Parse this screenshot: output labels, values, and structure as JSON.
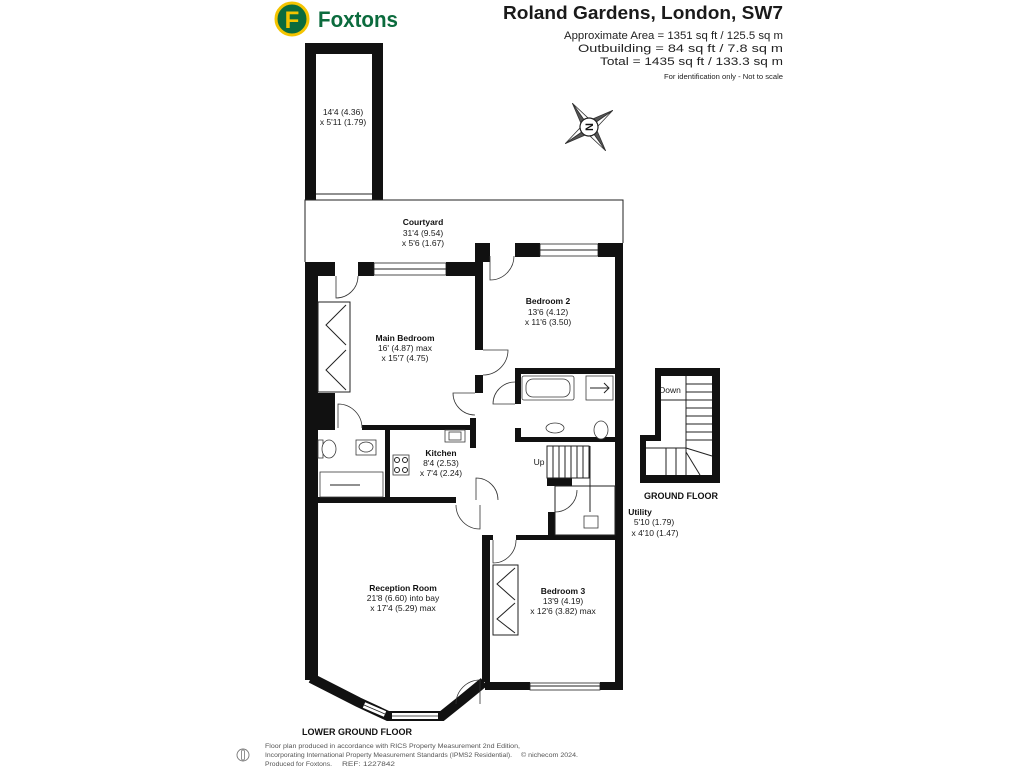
{
  "brand": {
    "logo_letter": "F",
    "name": "Foxtons",
    "colors": {
      "green": "#0b6b3d",
      "yellow": "#f4c400"
    }
  },
  "header": {
    "title": "Roland Gardens, London, SW7",
    "area_lines": [
      "Approximate Area = 1351 sq ft / 125.5 sq m",
      "Outbuilding = 84 sq ft / 7.8 sq m",
      "Total = 1435 sq ft / 133.3 sq m"
    ],
    "disclaimer": "For identification only - Not to scale"
  },
  "compass": {
    "label": "N",
    "icon": "compass-rose-icon"
  },
  "floors": {
    "lower_ground": {
      "label": "LOWER GROUND FLOOR",
      "stairs_label": "Up",
      "rooms": {
        "outbuilding": {
          "dims": [
            "14'4 (4.36)",
            "x 5'11 (1.79)"
          ]
        },
        "courtyard": {
          "name": "Courtyard",
          "dims": [
            "31'4 (9.54)",
            "x 5'6 (1.67)"
          ]
        },
        "bedroom_2": {
          "name": "Bedroom 2",
          "dims": [
            "13'6 (4.12)",
            "x 11'6 (3.50)"
          ]
        },
        "main_bedroom": {
          "name": "Main Bedroom",
          "dims": [
            "16' (4.87) max",
            "x 15'7 (4.75)"
          ]
        },
        "kitchen": {
          "name": "Kitchen",
          "dims": [
            "8'4 (2.53)",
            "x 7'4 (2.24)"
          ]
        },
        "utility": {
          "name": "Utility",
          "dims": [
            "5'10 (1.79)",
            "x 4'10 (1.47)"
          ]
        },
        "reception_room": {
          "name": "Reception Room",
          "dims": [
            "21'8 (6.60) into bay",
            "x 17'4 (5.29) max"
          ]
        },
        "bedroom_3": {
          "name": "Bedroom 3",
          "dims": [
            "13'9 (4.19)",
            "x 12'6 (3.82) max"
          ]
        }
      }
    },
    "ground": {
      "label": "GROUND FLOOR",
      "stairs_label": "Down"
    }
  },
  "footer": {
    "lines": [
      "Floor plan produced in accordance with RICS Property Measurement 2nd Edition,",
      "Incorporating International Property Measurement Standards (IPMS2 Residential)."
    ],
    "copyright": "© nichecom 2024.",
    "produced_for": "Produced for Foxtons.",
    "ref": "REF: 1227842"
  }
}
